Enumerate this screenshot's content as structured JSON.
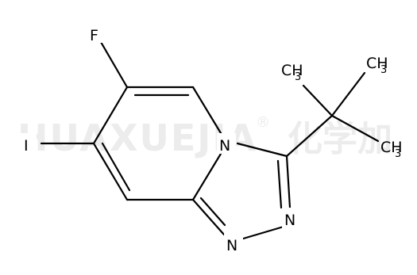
{
  "watermark": {
    "brand": "HUAXUEJIA",
    "mark": "®",
    "cn": "化学加"
  },
  "atoms": {
    "fluorine": "F",
    "iodine": "I",
    "n_bridge": "N",
    "n_right": "N",
    "n_bottom": "N",
    "methyl_top_left": {
      "base": "CH",
      "sub": "3"
    },
    "methyl_top_right": {
      "base": "CH",
      "sub": "3"
    },
    "methyl_right": {
      "base": "CH",
      "sub": "3"
    }
  },
  "colors": {
    "bond": "#000000",
    "watermark": "#ececec",
    "background": "#ffffff"
  }
}
